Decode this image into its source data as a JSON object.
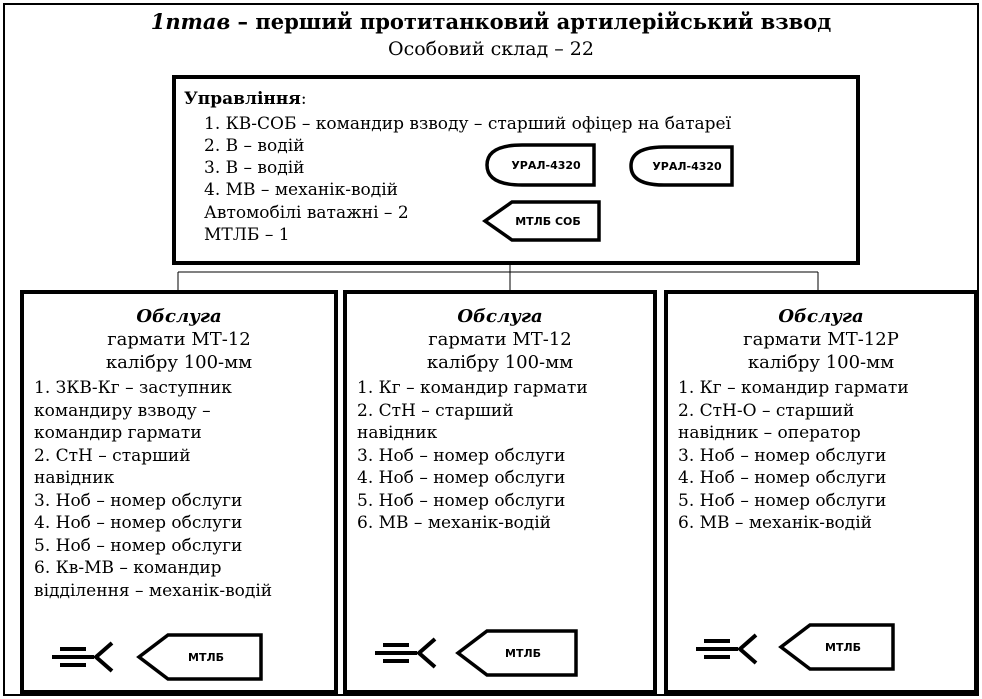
{
  "header": {
    "abbr": "1птав",
    "title_rest": " – перший протитанковий артилерійський взвод",
    "subtitle": "Особовий склад – 22"
  },
  "control": {
    "heading": "Управління",
    "heading_suffix": ":",
    "lines": [
      "1. КВ-СОБ – командир взводу – старший офіцер на батареї",
      "2. В – водій",
      "3. В – водій",
      "4. МВ – механік-водій",
      "Автомобілі ватажні – 2",
      "МТЛБ – 1"
    ],
    "vehicles": {
      "truck1": "УРАЛ-4320",
      "truck2": "УРАЛ-4320",
      "tractor": "МТЛБ СОБ"
    }
  },
  "crews": [
    {
      "title": "Обслуга",
      "line1": "гармати МТ-12",
      "line2": "калібру 100-мм",
      "items": [
        "1. ЗКВ-Кг – заступник",
        "командиру взводу –",
        "командир гармати",
        "2. СтН – старший",
        "навідник",
        "3. Ноб – номер обслуги",
        "4. Ноб – номер обслуги",
        "5. Ноб – номер обслуги",
        "6. Кв-МВ – командир",
        "відділення – механік-водій"
      ],
      "vehicle": "МТЛБ"
    },
    {
      "title": "Обслуга",
      "line1": "гармати МТ-12",
      "line2": "калібру 100-мм",
      "items": [
        "1. Кг  – командир гармати",
        "2. СтН – старший",
        "навідник",
        "3. Ноб – номер обслуги",
        "4. Ноб – номер обслуги",
        "5. Ноб – номер обслуги",
        "6. МВ – механік-водій"
      ],
      "vehicle": "МТЛБ"
    },
    {
      "title": "Обслуга",
      "line1": "гармати МТ-12Р",
      "line2": "калібру 100-мм",
      "items": [
        "1. Кг  – командир гармати",
        "2. СтН-О – старший",
        "навідник – оператор",
        "3. Ноб – номер обслуги",
        "4. Ноб – номер обслуги",
        "5. Ноб – номер обслуги",
        "6. МВ – механік-водій"
      ],
      "vehicle": "МТЛБ"
    }
  ],
  "icons": {
    "gun": "anti-tank-gun-icon",
    "tractor": "mtlb-tractor-icon",
    "truck": "ural-truck-icon"
  }
}
